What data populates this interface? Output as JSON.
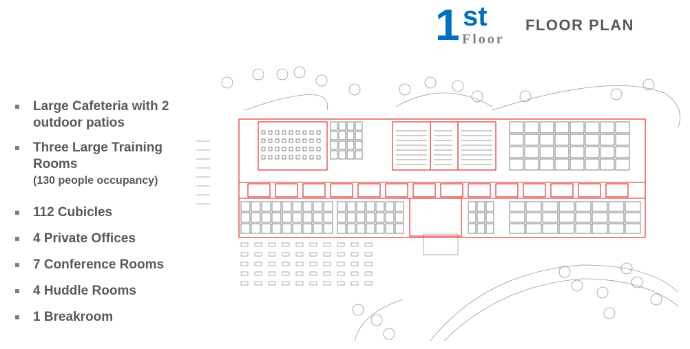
{
  "header": {
    "floor_number": "1",
    "floor_suffix": "st",
    "floor_word": "Floor",
    "title": "FLOOR PLAN"
  },
  "features": [
    {
      "text": "Large Cafeteria with 2 outdoor patios"
    },
    {
      "text": "Three Large Training Rooms",
      "note": "(130 people occupancy)"
    },
    {
      "text": "112 Cubicles"
    },
    {
      "text": "4 Private Offices"
    },
    {
      "text": "7 Conference Rooms"
    },
    {
      "text": "4 Huddle Rooms"
    },
    {
      "text": "1 Breakroom"
    }
  ],
  "colors": {
    "accent": "#0070c0",
    "text": "#595959",
    "wall": "#e02020"
  }
}
